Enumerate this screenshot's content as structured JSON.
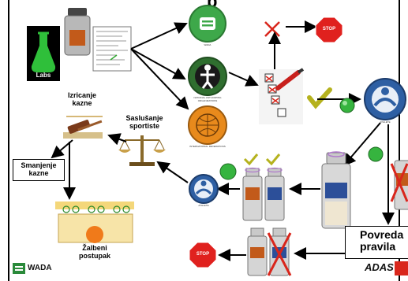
{
  "top_title_fragment": "p",
  "labs_label": "Labs",
  "circles": {
    "wada_caption": "WADA",
    "nado_caption": "NATIONAL ANTI-DOPING ORGANIZATIONS",
    "if_caption": "INTERNATIONAL FEDERATIONS",
    "athlete_caption": "ATHLETE"
  },
  "stop_label": "STOP",
  "process": {
    "sentencing": "Izricanje kazne",
    "hearing": "Saslušanje sportiste",
    "reduction": "Smanjenje kazne",
    "appeal": "Žalbeni postupak"
  },
  "violation": "Povreda pravila",
  "logos": {
    "wada": "WADA",
    "adas": "ADAS"
  },
  "colors": {
    "arrow": "#000000",
    "green_circle": "#3ea84a",
    "orange_circle": "#e88a1c",
    "athlete_ring": "#2e5fa3",
    "stop_red": "#e0211e",
    "cross_red": "#d9261c",
    "check_olive": "#b5b21e"
  }
}
